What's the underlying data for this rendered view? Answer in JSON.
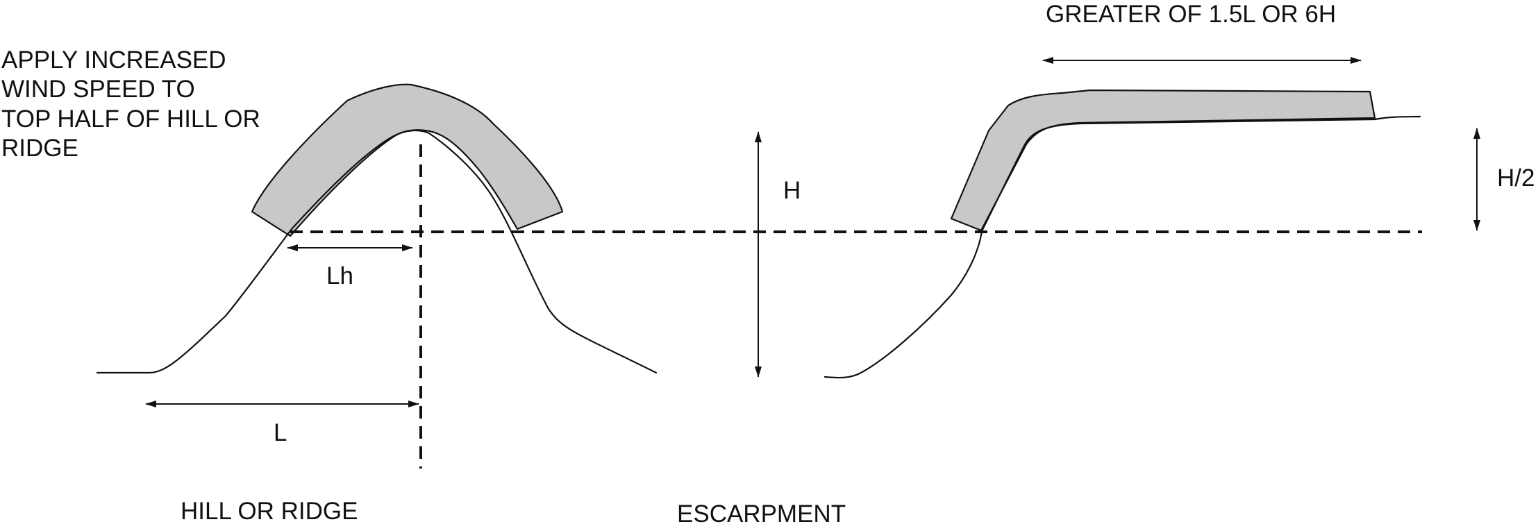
{
  "annotation": {
    "lines": [
      "APPLY INCREASED",
      "WIND SPEED TO",
      "TOP HALF OF HILL OR",
      "RIDGE"
    ]
  },
  "labels": {
    "greater_of": "GREATER OF 1.5L OR 6H",
    "h": "H",
    "h_half": "H/2",
    "lh": "Lh",
    "l": "L",
    "hill_caption": "HILL OR RIDGE",
    "escarpment_caption": "ESCARPMENT"
  },
  "colors": {
    "zone_fill": "#c8c8c8",
    "line": "#111111",
    "background": "#ffffff"
  }
}
